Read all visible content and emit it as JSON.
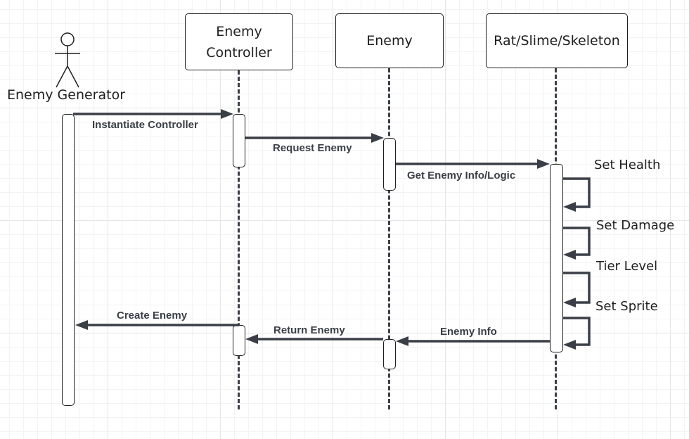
{
  "actor": {
    "name": "Enemy Generator"
  },
  "participants": [
    {
      "name": "Enemy\nController"
    },
    {
      "name": "Enemy"
    },
    {
      "name": "Rat/Slime/Skeleton"
    }
  ],
  "messages": [
    {
      "label": "Instantiate Controller"
    },
    {
      "label": "Request Enemy"
    },
    {
      "label": "Get Enemy Info/Logic"
    },
    {
      "label": "Enemy Info"
    },
    {
      "label": "Return Enemy"
    },
    {
      "label": "Create Enemy"
    }
  ],
  "self_messages": [
    {
      "label": "Set Health"
    },
    {
      "label": "Set Damage"
    },
    {
      "label": "Tier Level"
    },
    {
      "label": "Set Sprite"
    }
  ],
  "colors": {
    "line": "#3a3f47",
    "border": "#1f1f1f",
    "grid": "#e6e6e6"
  }
}
